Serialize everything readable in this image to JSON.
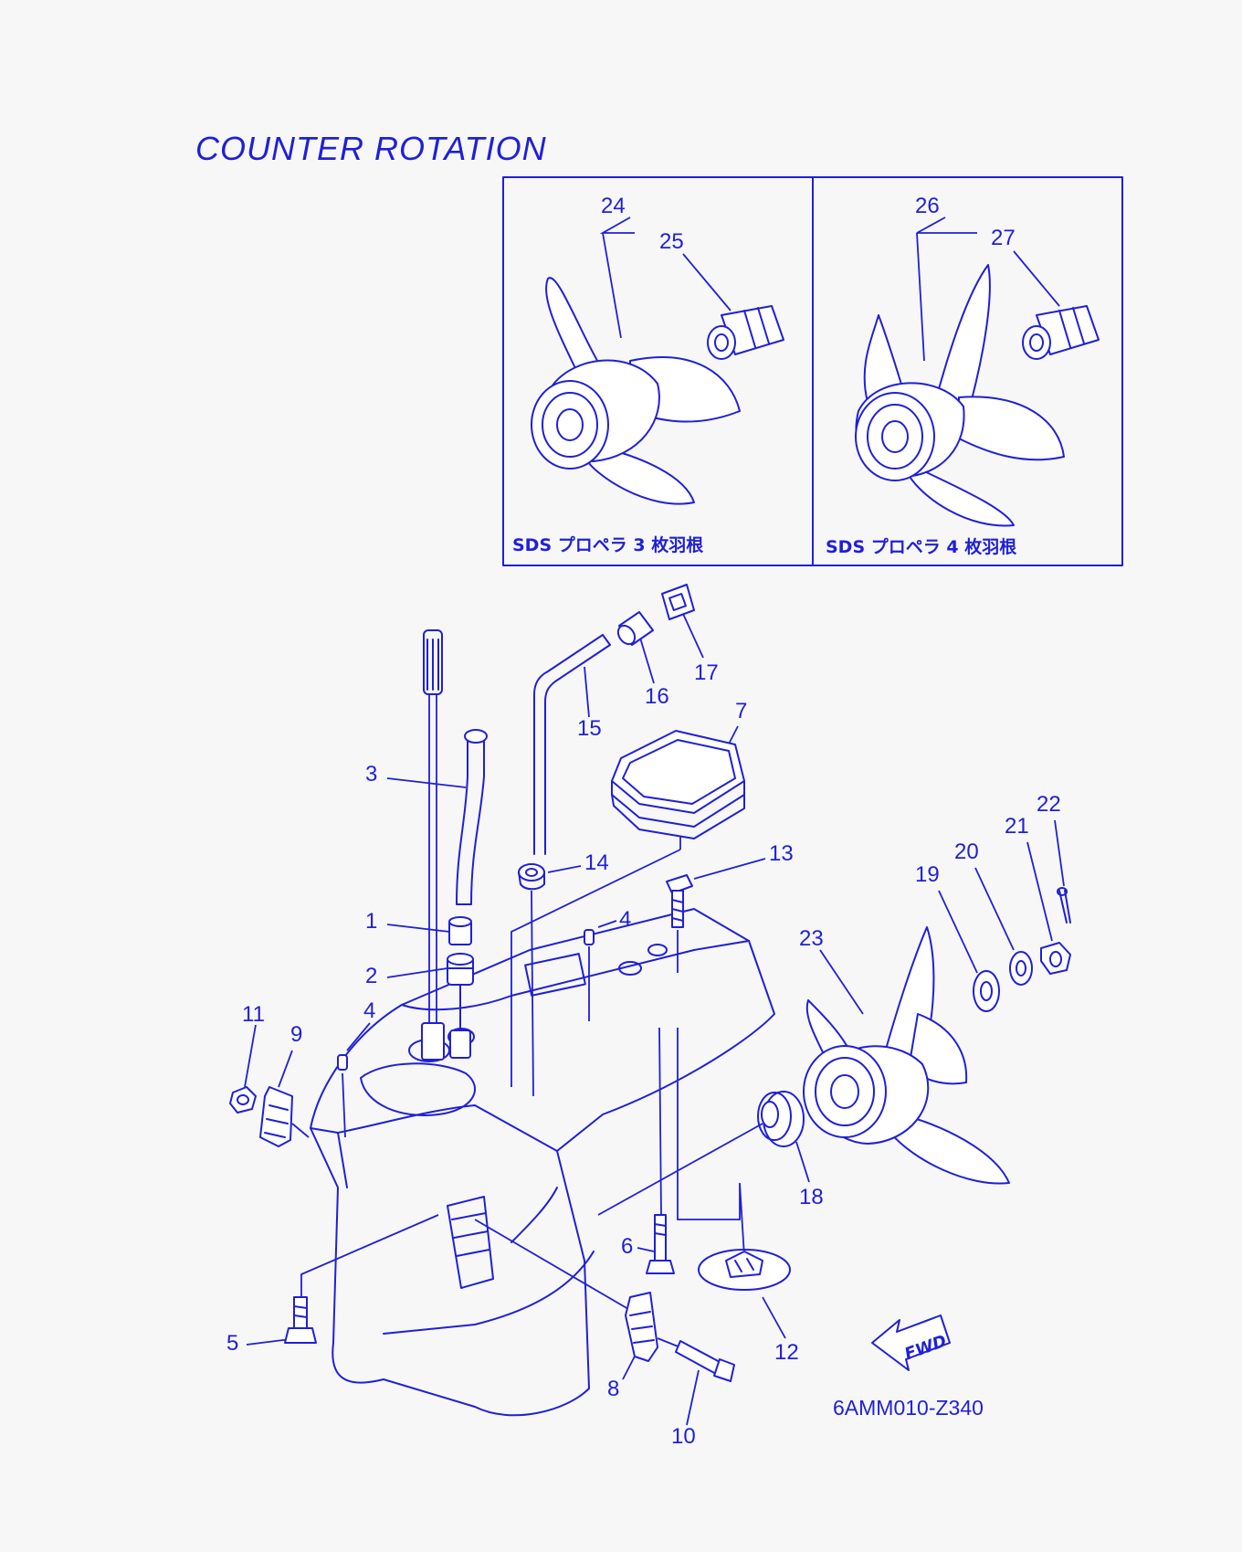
{
  "diagram": {
    "title": "COUNTER  ROTATION",
    "drawing_code": "6AMM010-Z340",
    "fwd_label": "FWD",
    "inset_panels": [
      {
        "caption": "SDS プロペラ 3 枚羽根",
        "part_numbers": [
          "24",
          "25"
        ]
      },
      {
        "caption": "SDS プロペラ 4 枚羽根",
        "part_numbers": [
          "26",
          "27"
        ]
      }
    ],
    "callouts": [
      "1",
      "2",
      "3",
      "4",
      "4",
      "5",
      "6",
      "7",
      "8",
      "9",
      "10",
      "11",
      "12",
      "13",
      "14",
      "15",
      "16",
      "17",
      "18",
      "19",
      "20",
      "21",
      "22",
      "23",
      "24",
      "25",
      "26",
      "27"
    ],
    "ink_color": "#1f1fd8"
  }
}
